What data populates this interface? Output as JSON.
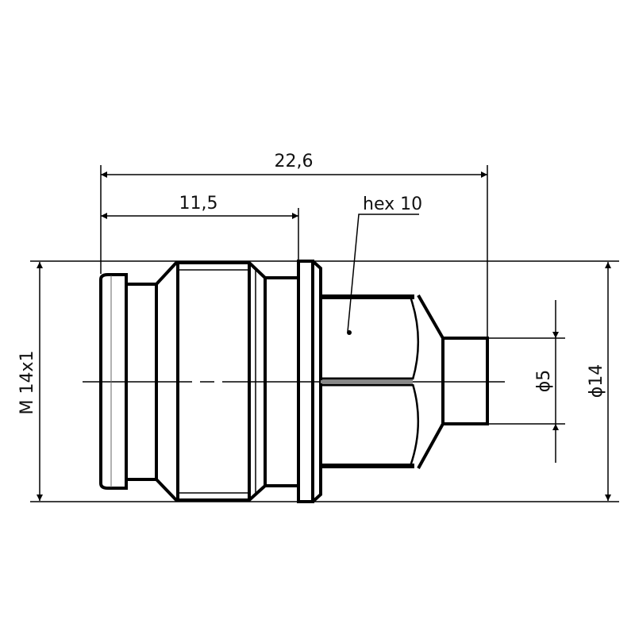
{
  "drawing": {
    "type": "technical-drawing",
    "subject": "threaded adapter with hex 10",
    "line_color": "#000000",
    "background": "#ffffff"
  },
  "dimensions": {
    "overall_length": "22,6",
    "thread_length": "11,5",
    "hex_label": "hex 10",
    "thread_label": "M 14x1",
    "small_diameter": "ϕ5",
    "large_diameter": "ϕ14"
  }
}
